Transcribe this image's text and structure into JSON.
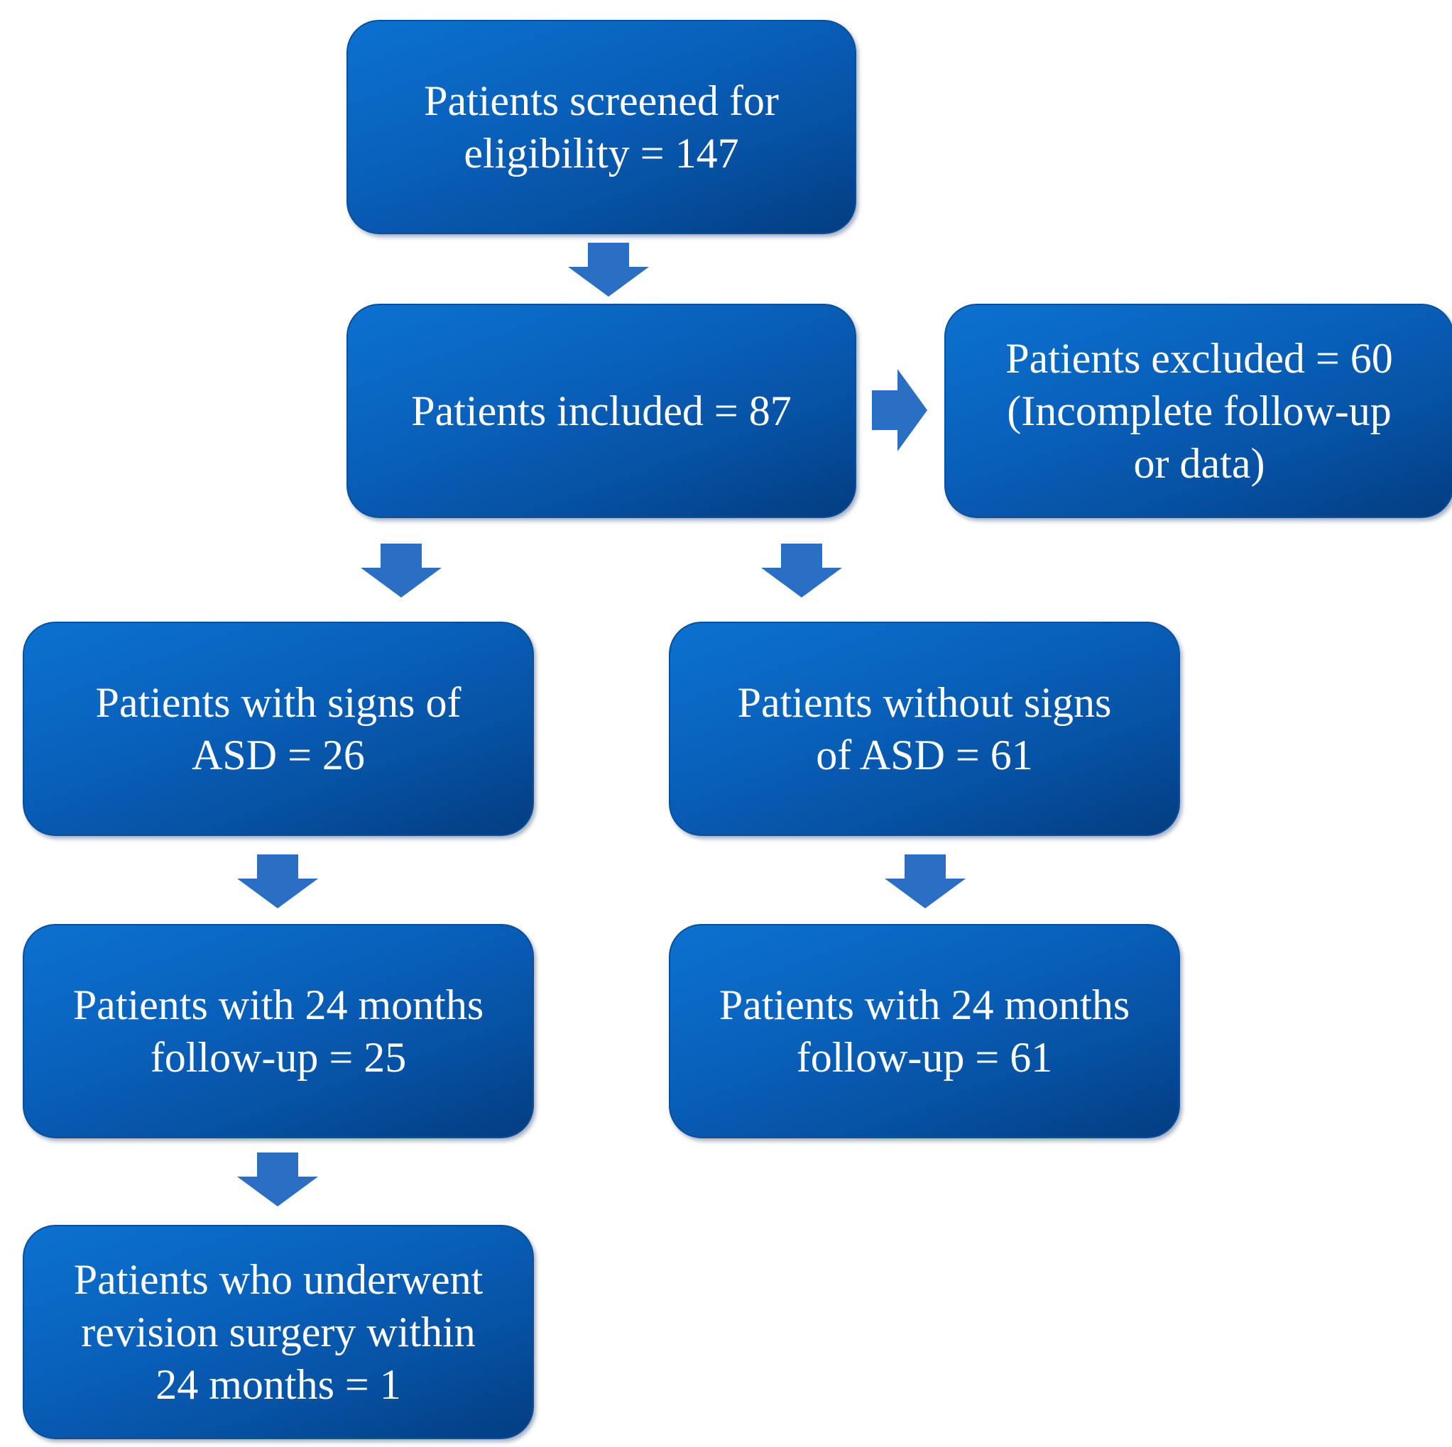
{
  "boxes": {
    "screened": "Patients screened for\neligibility  = 147",
    "included": "Patients included = 87",
    "excluded": "Patients excluded = 60\n(Incomplete follow-up\nor data)",
    "with_asd": "Patients with signs of\nASD = 26",
    "without_asd": "Patients without signs\nof ASD = 61",
    "with_asd_followup": "Patients with 24 months\nfollow-up = 25",
    "without_asd_followup": "Patients with 24 months\nfollow-up = 61",
    "revision": "Patients who underwent\nrevision surgery within\n24 months = 1"
  },
  "colors": {
    "box_fill": "#0963be",
    "box_fill_dark": "#033d80",
    "arrow_fill": "#2a6fc4",
    "text": "#ffffff"
  }
}
